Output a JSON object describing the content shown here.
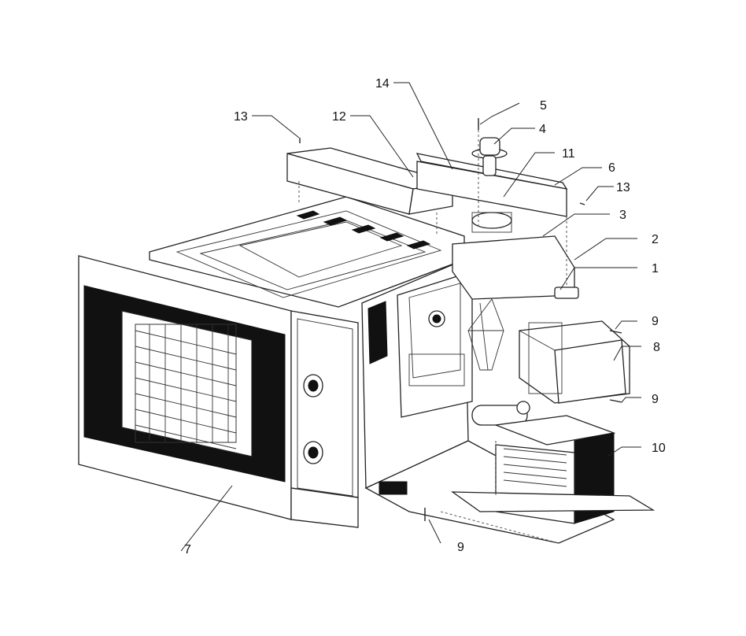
{
  "callouts": [
    {
      "id": "c1",
      "label": "1"
    },
    {
      "id": "c2",
      "label": "2"
    },
    {
      "id": "c3",
      "label": "3"
    },
    {
      "id": "c4",
      "label": "4"
    },
    {
      "id": "c5",
      "label": "5"
    },
    {
      "id": "c6",
      "label": "6"
    },
    {
      "id": "c7",
      "label": "7"
    },
    {
      "id": "c8",
      "label": "8"
    },
    {
      "id": "c9a",
      "label": "9"
    },
    {
      "id": "c9b",
      "label": "9"
    },
    {
      "id": "c9c",
      "label": "9"
    },
    {
      "id": "c10",
      "label": "10"
    },
    {
      "id": "c11",
      "label": "11"
    },
    {
      "id": "c12",
      "label": "12"
    },
    {
      "id": "c13a",
      "label": "13"
    },
    {
      "id": "c13b",
      "label": "13"
    },
    {
      "id": "c14",
      "label": "14"
    }
  ]
}
